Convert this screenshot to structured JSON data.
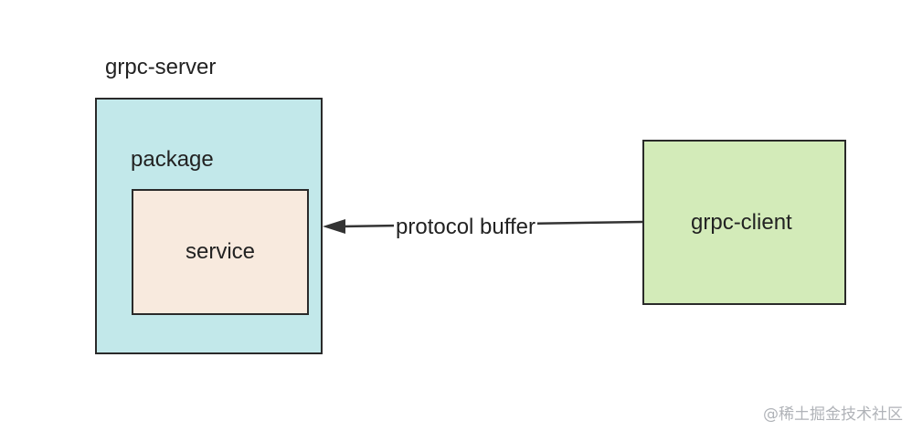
{
  "diagram": {
    "server": {
      "label": "grpc-server",
      "fill": "#c2e8ea"
    },
    "package": {
      "label": "package"
    },
    "service": {
      "label": "service",
      "fill": "#f8eade"
    },
    "client": {
      "label": "grpc-client",
      "fill": "#d3ebb9"
    },
    "connection": {
      "label": "protocol buffer",
      "from": "grpc-client",
      "to": "grpc-server",
      "stroke": "#333333"
    }
  },
  "watermark": {
    "text": "@稀土掘金技术社区"
  }
}
